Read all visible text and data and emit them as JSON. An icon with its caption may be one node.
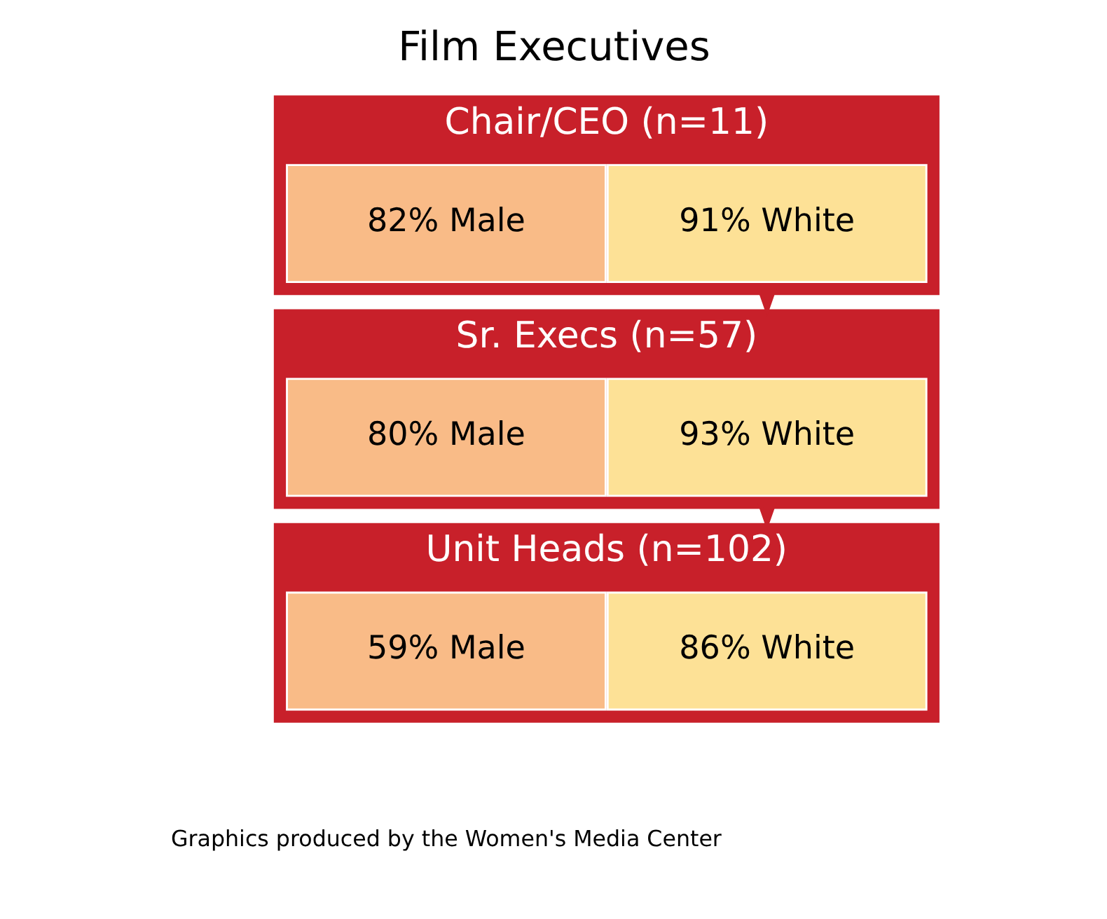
{
  "diagram": {
    "title": "Film Executives",
    "nodes": [
      {
        "text": [
          "Chair/CEO (n=11)"
        ]
      },
      {
        "text": [
          "91% White"
        ],
        "in": 0
      },
      {
        "text": [
          "82% Male"
        ],
        "in": 0
      },
      {
        "text": [
          "Sr. Execs (n=57)"
        ]
      },
      {
        "text": [
          "93% White"
        ],
        "in": 3
      },
      {
        "text": [
          "80% Male"
        ],
        "in": 3
      },
      {
        "text": [
          "Unit Heads (n=102)"
        ]
      },
      {
        "text": [
          "86% White"
        ],
        "in": 6
      },
      {
        "text": [
          "59% Male"
        ],
        "in": 6
      }
    ],
    "edges": [
      {
        "from": 0,
        "to": 3,
        "arrow": "to"
      },
      {
        "from": 3,
        "to": 6,
        "arrow": "to"
      }
    ],
    "labels": [
      "Graphics produced by the Women's Media Center"
    ]
  }
}
